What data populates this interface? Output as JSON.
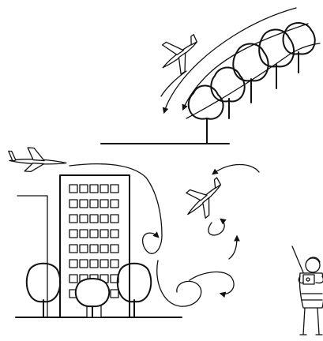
{
  "illustration": {
    "topic": "",
    "elements": [
      "rc-glider",
      "trees",
      "building",
      "pilot",
      "flight-path-arrows"
    ],
    "colors": {
      "ink": "#111111",
      "paper": "#ffffff"
    }
  }
}
